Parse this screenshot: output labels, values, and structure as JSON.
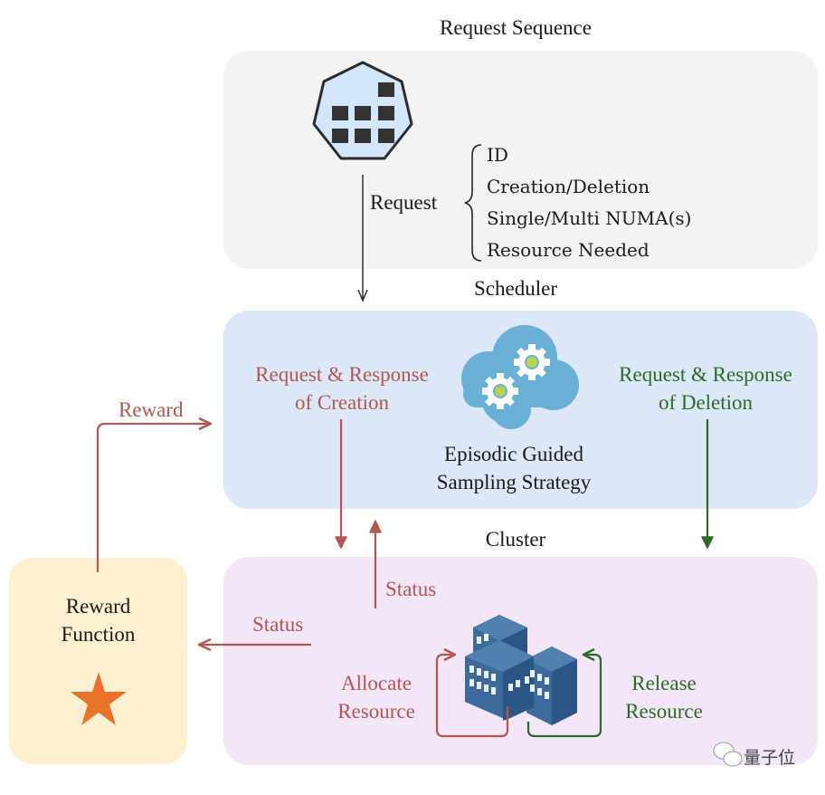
{
  "sections": {
    "request_sequence": {
      "title": "Request Sequence"
    },
    "scheduler": {
      "title": "Scheduler"
    },
    "cluster": {
      "title": "Cluster"
    }
  },
  "request": {
    "arrow_label": "Request",
    "attributes": [
      "ID",
      "Creation/Deletion",
      "Single/Multi NUMA(s)",
      "Resource Needed"
    ]
  },
  "scheduler": {
    "creation_label_line1": "Request & Response",
    "creation_label_line2": "of Creation",
    "deletion_label_line1": "Request & Response",
    "deletion_label_line2": "of Deletion",
    "strategy_line1": "Episodic Guided",
    "strategy_line2": "Sampling Strategy"
  },
  "cluster": {
    "status_up_label": "Status",
    "status_left_label": "Status",
    "allocate_line1": "Allocate",
    "allocate_line2": "Resource",
    "release_line1": "Release",
    "release_line2": "Resource"
  },
  "reward": {
    "arrow_label": "Reward",
    "box_line1": "Reward",
    "box_line2": "Function"
  },
  "watermark": {
    "text": "量子位"
  },
  "colors": {
    "request_box": "#f3f3f3",
    "scheduler_box": "#dce7f8",
    "cluster_box": "#f2e6f8",
    "reward_box": "#fcf0d0",
    "creation_arrow": "#b5554f",
    "deletion_arrow": "#2d6b25",
    "star": "#e8722a",
    "cloud": "#6ab0d6",
    "building": "#2f5f8f"
  }
}
